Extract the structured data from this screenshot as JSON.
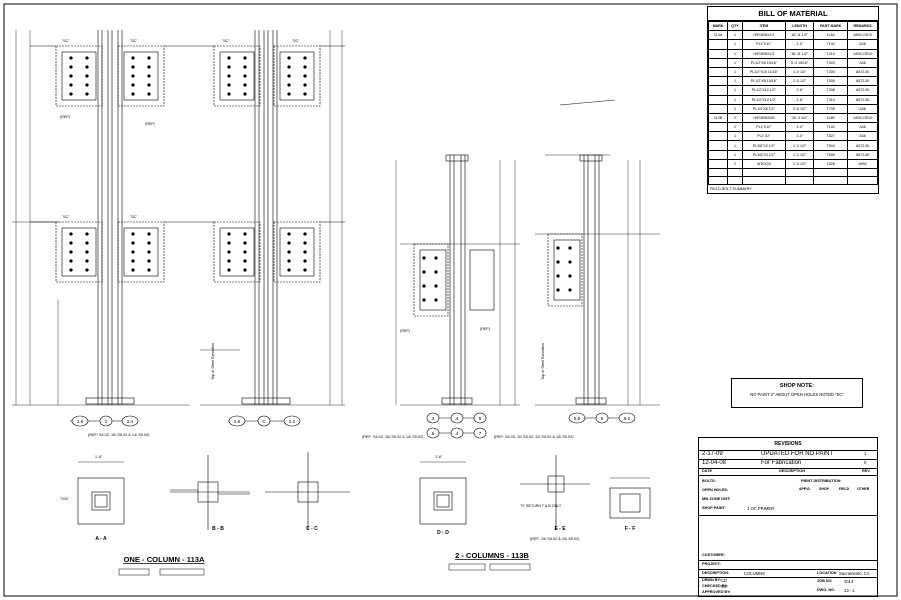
{
  "bill_of_material": {
    "title": "BILL OF MATERIAL",
    "headers": [
      "MARK",
      "QTY",
      "ITEM",
      "LENGTH",
      "PART MARK",
      "REMARKS"
    ],
    "rows": [
      [
        "113A",
        "1",
        "HSS8X8X1/2",
        "18'-11 1/2\"",
        "113A",
        "A500-GR.B"
      ],
      [
        "",
        "1",
        "PL1\"X12\"",
        "1'-0\"",
        "T102",
        "A36"
      ],
      [
        "",
        "1",
        "HSS8X8X1/2",
        "18'-11 1/2\"",
        "T210",
        "A500-GR.B"
      ],
      [
        "",
        "1",
        "PL1/2\"X8 15/16\"",
        "0'-4 15/16\"",
        "T303",
        "A36"
      ],
      [
        "",
        "1",
        "PL1/2\"X10 11/16\"",
        "1'-0 1/2\"",
        "T305",
        "A572-50"
      ],
      [
        "",
        "1",
        "PL1/2\"X8 15/16\"",
        "1'-0 1/2\"",
        "T306",
        "A572-50"
      ],
      [
        "",
        "1",
        "PL1/2\"X10 1/2\"",
        "1'-6\"",
        "T308",
        "A572-50"
      ],
      [
        "",
        "1",
        "PL1/2\"X10 1/2\"",
        "1'-6\"",
        "T310",
        "A572-50"
      ],
      [
        "",
        "1",
        "PL1/4\"X6 1/2\"",
        "0'-6 1/2\"",
        "T705",
        "A36"
      ],
      [
        "113B",
        "2",
        "HSS8X8X5/8",
        "29'-4 1/4\"",
        "113B",
        "A500-GR.B"
      ],
      [
        "",
        "2",
        "PL1\"X12\"",
        "1'-0\"",
        "T102",
        "A36"
      ],
      [
        "",
        "1",
        "PL1\"X2\"",
        "1'-0\"",
        "T527",
        "A36"
      ],
      [
        "",
        "1",
        "PL3/8\"X3 1/2\"",
        "1'-0 1/2\"",
        "T604",
        "A572-50"
      ],
      [
        "",
        "1",
        "PL3/8\"X3 1/2\"",
        "1'-0 1/2\"",
        "T605",
        "A572-50"
      ],
      [
        "",
        "2",
        "W10X33",
        "1'-0 1/2\"",
        "T826",
        "A992"
      ]
    ],
    "summary": "FIELD BOLT SUMMARY"
  },
  "shop_note": {
    "heading": "SHOP NOTE:",
    "body": "NO PAINT 2\" ABOUT OPEN HOLES NOTED \"SC\""
  },
  "revisions": {
    "heading": "REVISIONS",
    "entries": [
      {
        "date": "2-17-09",
        "description": "UPDATED FOR NO PAINT",
        "mark": "1"
      },
      {
        "date": "12-04-08",
        "description": "For Fabrication",
        "mark": "0"
      }
    ],
    "col_date": "DATE",
    "col_desc": "DESCRIPTION",
    "col_rev": "REV."
  },
  "title_block": {
    "bolts_label": "BOLTS:",
    "open_holes_label": "OPEN HOLES:",
    "mill_dims_label": "MIILZONE DIST:",
    "shop_paint_label": "SHOP PAINT:",
    "shop_paint_value": "1 OC PRIMER",
    "print_dist_label": "PRINT DISTRIBUTION",
    "dist_cols": [
      "APPVL",
      "SHOP",
      "FIELD",
      "OTHER"
    ],
    "customer_label": "CUSTOMER:",
    "project_label": "PROJECT:",
    "description_label": "DESCRIPTION:",
    "description_value": "COLUMNS",
    "location_label": "LOCATION",
    "location_value": "Sacramento, CA",
    "drawn_label": "DRWN BY:",
    "drawn_value": "CD",
    "checked_label": "CHECKED BY:",
    "checked_value": "CS",
    "approved_label": "APPROVED BY:",
    "job_label": "JOB NO.",
    "job_value": "2013",
    "dwg_label": "DWG. NO.",
    "dwg_value": "13 - 1"
  },
  "titles": {
    "left": "ONE - COLUMN - 113A",
    "right": "2 - COLUMNS - 113B"
  },
  "sections": {
    "aa": "A - A",
    "bb": "B - B",
    "cc": "C - C",
    "dd": "D - D",
    "ee": "E - E",
    "ff": "F - F"
  },
  "grid_bubbles": {
    "left": [
      "1.6",
      "2",
      "2.4"
    ],
    "mid": [
      "1.8",
      "C",
      "2.2"
    ],
    "right1": [
      "3",
      "4",
      "5"
    ],
    "right1b": [
      "6",
      "4",
      "7"
    ],
    "right2": [
      "5.8",
      "6",
      "6.2"
    ]
  },
  "refs": {
    "ref_left": "(REF: S4.03, 15/ S5.02 & 14/ S5.02)",
    "ref_right": "(REF: S4.03, 11/ S5.02, 12/ S5.02 & 14/ S5.02)",
    "ref_ee": "(REF: 15/ S5.02 & 15/ S5.02)"
  },
  "labels": {
    "sc": "\"SC\"",
    "rep": "(REP)",
    "note_return": "\"S\" RETURN T & B ONLY",
    "top_of_steel": "Top of Steel Elevation",
    "dim_1_6": "1'-6\"",
    "tee": "T102"
  },
  "colors": {
    "ink": "#000000",
    "paper": "#ffffff"
  }
}
